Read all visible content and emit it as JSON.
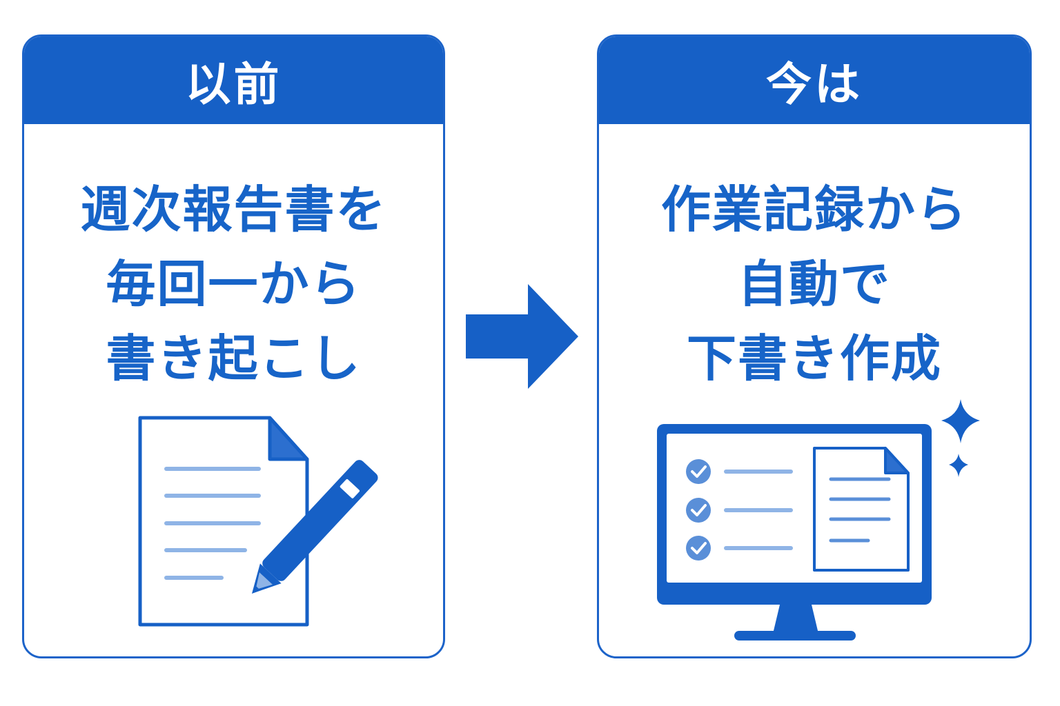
{
  "before": {
    "header": "以前",
    "lines": [
      "週次報告書を",
      "毎回一から",
      "書き起こし"
    ],
    "illustration_icon": "document-with-pencil-icon"
  },
  "after": {
    "header": "今は",
    "lines": [
      "作業記録から",
      "自動で",
      "下書き作成"
    ],
    "illustration_icon": "monitor-with-checklist-icon"
  },
  "arrow_icon": "right-arrow-icon",
  "colors": {
    "primary": "#1660c6",
    "light_line": "#8fb4e6",
    "check_circle": "#5a8fd8"
  }
}
